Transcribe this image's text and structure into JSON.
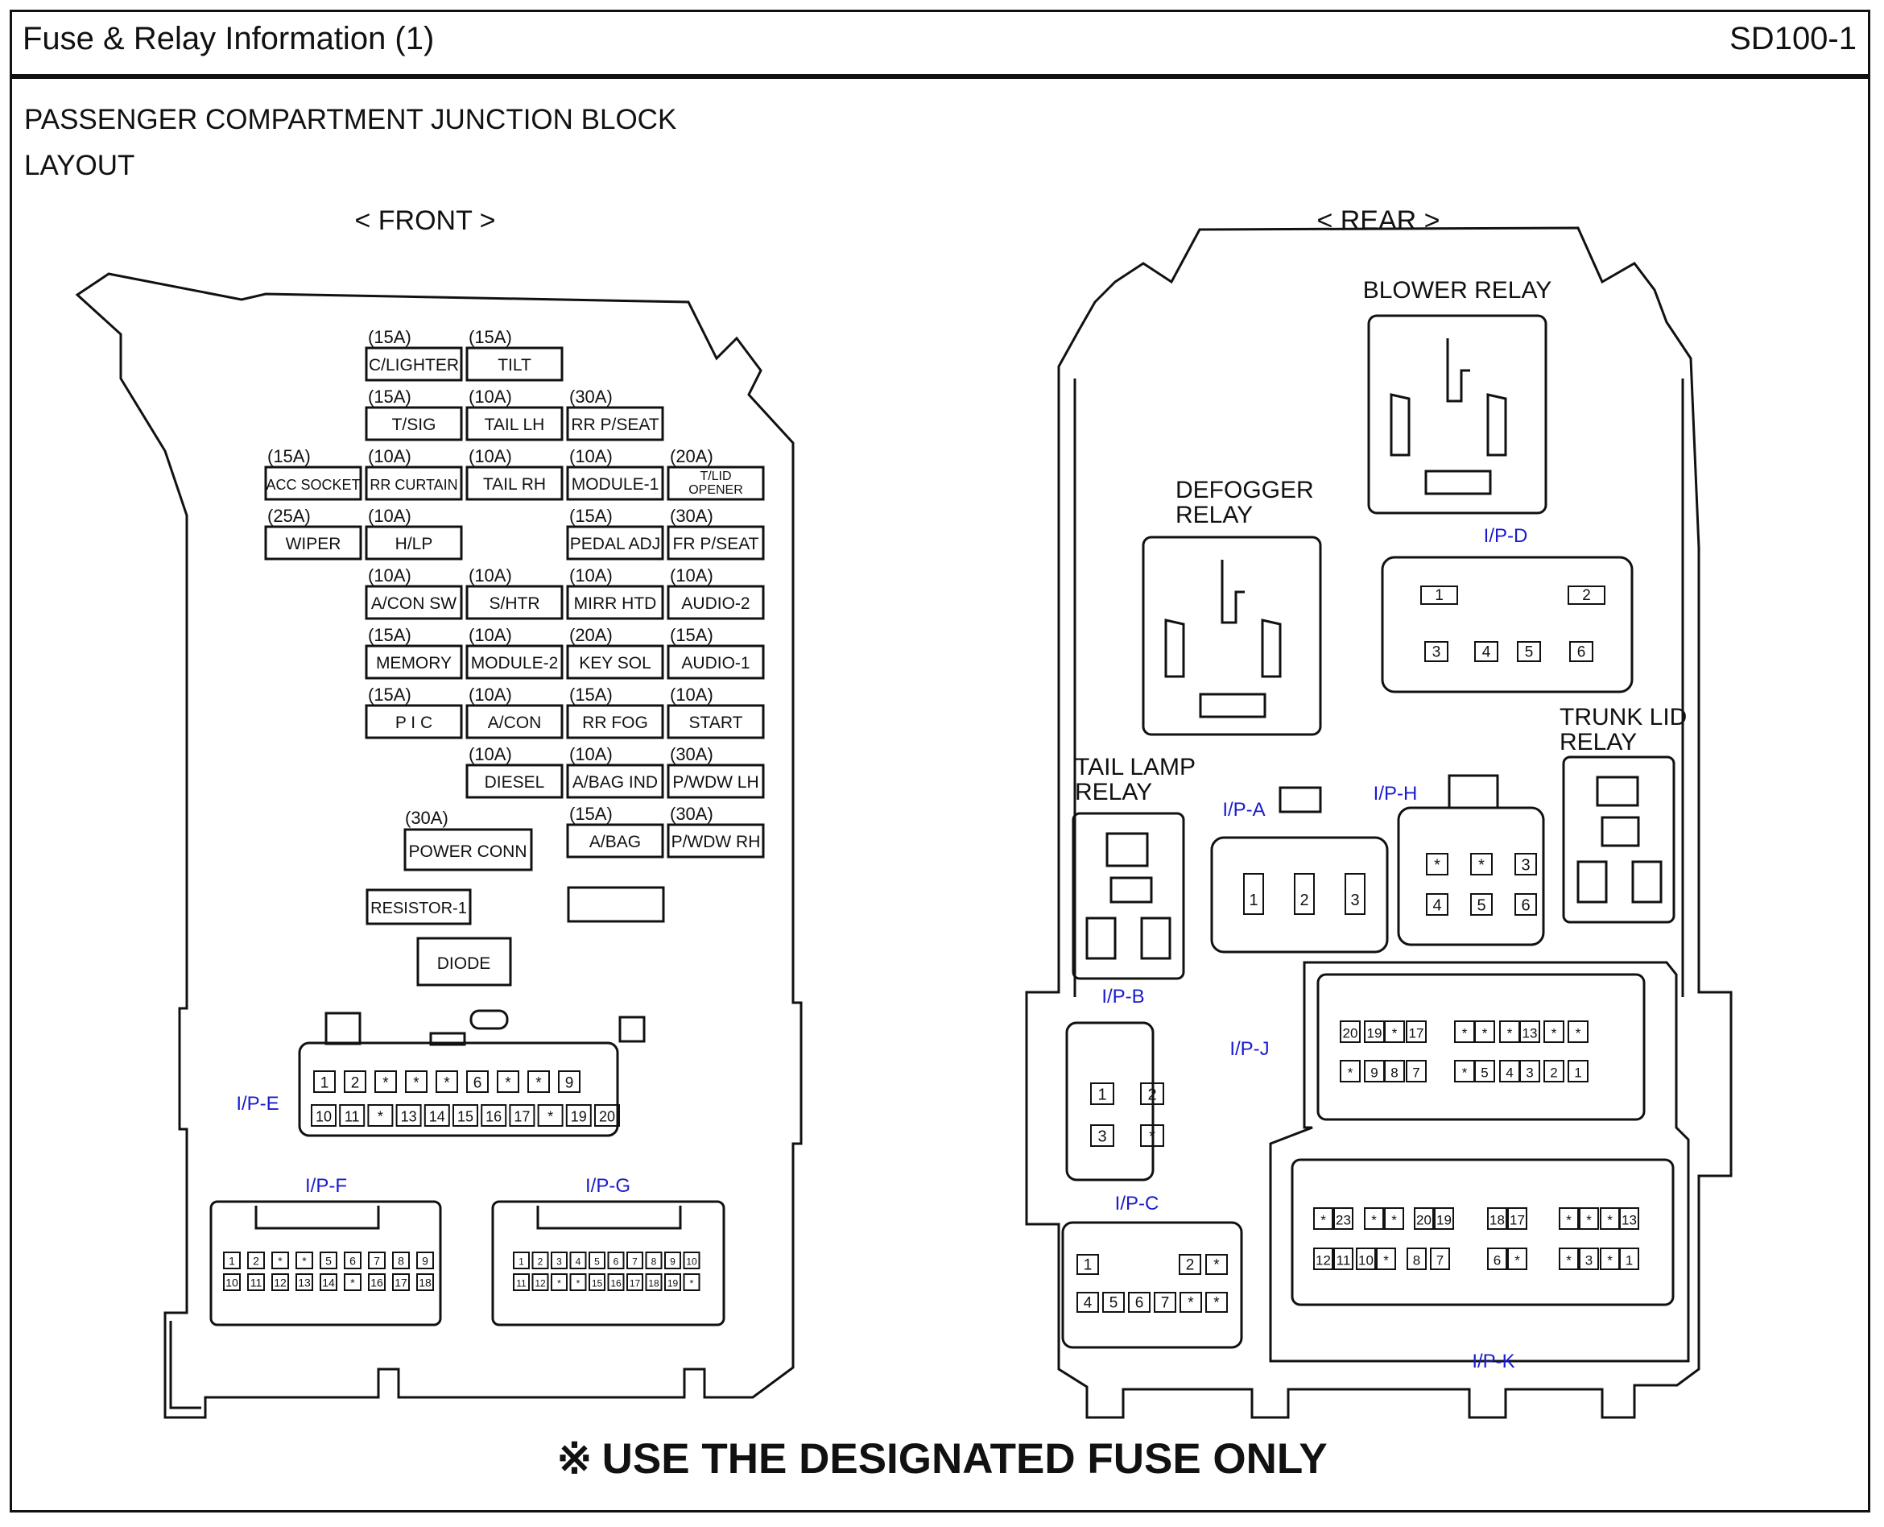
{
  "header": {
    "title": "Fuse & Relay Information (1)",
    "code": "SD100-1"
  },
  "section": {
    "title": "PASSENGER COMPARTMENT JUNCTION BLOCK",
    "subtitle": "LAYOUT"
  },
  "views": {
    "front": "< FRONT >",
    "rear": "< REAR >"
  },
  "front": {
    "fuses": [
      {
        "row": 0,
        "col": 1,
        "rating": "(15A)",
        "label": "C/LIGHTER"
      },
      {
        "row": 0,
        "col": 2,
        "rating": "(15A)",
        "label": "TILT"
      },
      {
        "row": 1,
        "col": 1,
        "rating": "(15A)",
        "label": "T/SIG"
      },
      {
        "row": 1,
        "col": 2,
        "rating": "(10A)",
        "label": "TAIL LH"
      },
      {
        "row": 1,
        "col": 3,
        "rating": "(30A)",
        "label": "RR P/SEAT"
      },
      {
        "row": 2,
        "col": 0,
        "rating": "(15A)",
        "label": "ACC SOCKET"
      },
      {
        "row": 2,
        "col": 1,
        "rating": "(10A)",
        "label": "RR CURTAIN"
      },
      {
        "row": 2,
        "col": 2,
        "rating": "(10A)",
        "label": "TAIL RH"
      },
      {
        "row": 2,
        "col": 3,
        "rating": "(10A)",
        "label": "MODULE-1"
      },
      {
        "row": 2,
        "col": 4,
        "rating": "(20A)",
        "label": "T/LID OPENER"
      },
      {
        "row": 3,
        "col": 0,
        "rating": "(25A)",
        "label": "WIPER"
      },
      {
        "row": 3,
        "col": 1,
        "rating": "(10A)",
        "label": "H/LP"
      },
      {
        "row": 3,
        "col": 3,
        "rating": "(15A)",
        "label": "PEDAL ADJ"
      },
      {
        "row": 3,
        "col": 4,
        "rating": "(30A)",
        "label": "FR P/SEAT"
      },
      {
        "row": 4,
        "col": 1,
        "rating": "(10A)",
        "label": "A/CON SW"
      },
      {
        "row": 4,
        "col": 2,
        "rating": "(10A)",
        "label": "S/HTR"
      },
      {
        "row": 4,
        "col": 3,
        "rating": "(10A)",
        "label": "MIRR HTD"
      },
      {
        "row": 4,
        "col": 4,
        "rating": "(10A)",
        "label": "AUDIO-2"
      },
      {
        "row": 5,
        "col": 1,
        "rating": "(15A)",
        "label": "MEMORY"
      },
      {
        "row": 5,
        "col": 2,
        "rating": "(10A)",
        "label": "MODULE-2"
      },
      {
        "row": 5,
        "col": 3,
        "rating": "(20A)",
        "label": "KEY SOL"
      },
      {
        "row": 5,
        "col": 4,
        "rating": "(15A)",
        "label": "AUDIO-1"
      },
      {
        "row": 6,
        "col": 1,
        "rating": "(15A)",
        "label": "P I C"
      },
      {
        "row": 6,
        "col": 2,
        "rating": "(10A)",
        "label": "A/CON"
      },
      {
        "row": 6,
        "col": 3,
        "rating": "(15A)",
        "label": "RR FOG"
      },
      {
        "row": 6,
        "col": 4,
        "rating": "(10A)",
        "label": "START"
      },
      {
        "row": 7,
        "col": 2,
        "rating": "(10A)",
        "label": "DIESEL"
      },
      {
        "row": 7,
        "col": 3,
        "rating": "(10A)",
        "label": "A/BAG IND"
      },
      {
        "row": 7,
        "col": 4,
        "rating": "(30A)",
        "label": "P/WDW LH"
      },
      {
        "row": 8,
        "col": 3,
        "rating": "(15A)",
        "label": "A/BAG"
      },
      {
        "row": 8,
        "col": 4,
        "rating": "(30A)",
        "label": "P/WDW RH"
      }
    ],
    "power_conn": {
      "rating": "(30A)",
      "label": "POWER CONN"
    },
    "resistor": "RESISTOR-1",
    "diode": "DIODE",
    "connectors": [
      {
        "id": "I/P-E",
        "rows": [
          [
            "1",
            "2",
            "*",
            "*",
            "*",
            "6",
            "*",
            "*",
            "9"
          ],
          [
            "10",
            "11",
            "*",
            "13",
            "14",
            "15",
            "16",
            "17",
            "*",
            "19",
            "20"
          ]
        ]
      },
      {
        "id": "I/P-F",
        "rows": [
          [
            "1",
            "2",
            "*",
            "*",
            "5",
            "6",
            "7",
            "8",
            "9"
          ],
          [
            "10",
            "11",
            "12",
            "13",
            "14",
            "*",
            "16",
            "17",
            "18"
          ]
        ]
      },
      {
        "id": "I/P-G",
        "rows": [
          [
            "1",
            "2",
            "3",
            "4",
            "5",
            "6",
            "7",
            "8",
            "9",
            "10"
          ],
          [
            "11",
            "12",
            "*",
            "*",
            "15",
            "16",
            "17",
            "18",
            "19",
            "*"
          ]
        ]
      }
    ]
  },
  "rear": {
    "relays": [
      {
        "id": "blower",
        "label": "BLOWER RELAY"
      },
      {
        "id": "defogger",
        "label": "DEFOGGER\nRELAY"
      },
      {
        "id": "tail-lamp",
        "label": "TAIL LAMP\nRELAY"
      },
      {
        "id": "trunk-lid",
        "label": "TRUNK LID\nRELAY"
      }
    ],
    "connectors": [
      {
        "id": "I/P-D",
        "rows": [
          [
            "1",
            "2"
          ],
          [
            "3",
            "4",
            "5",
            "6"
          ]
        ]
      },
      {
        "id": "I/P-A",
        "rows": [
          [
            "1",
            "2",
            "3"
          ]
        ]
      },
      {
        "id": "I/P-H",
        "rows": [
          [
            "*",
            "*",
            "3"
          ],
          [
            "4",
            "5",
            "6"
          ]
        ]
      },
      {
        "id": "I/P-B",
        "rows": [
          [
            "1",
            "2"
          ],
          [
            "3",
            "*"
          ]
        ]
      },
      {
        "id": "I/P-J",
        "rows": [
          [
            "20",
            "19",
            "*",
            "17",
            "*",
            "*",
            "*",
            "13",
            "*",
            "*"
          ],
          [
            "*",
            "9",
            "8",
            "7",
            "*",
            "5",
            "4",
            "3",
            "2",
            "1"
          ]
        ]
      },
      {
        "id": "I/P-C",
        "rows": [
          [
            "1",
            "2",
            "*"
          ],
          [
            "4",
            "5",
            "6",
            "7",
            "*",
            "*"
          ]
        ]
      },
      {
        "id": "I/P-K",
        "rows": [
          [
            "*",
            "23",
            "*",
            "*",
            "20",
            "19",
            "18",
            "17",
            "*",
            "*",
            "*",
            "13"
          ],
          [
            "12",
            "11",
            "10",
            "*",
            "8",
            "7",
            "6",
            "*",
            "*",
            "3",
            "*",
            "1"
          ]
        ]
      }
    ]
  },
  "footer": {
    "mark": "※",
    "note": "USE THE DESIGNATED FUSE ONLY"
  },
  "colors": {
    "ink": "#111111",
    "connector_label": "#1a1ad0"
  }
}
